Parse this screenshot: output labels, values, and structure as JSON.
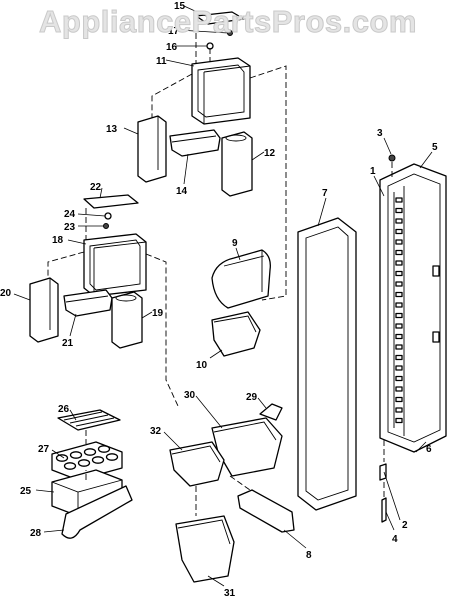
{
  "watermark": "AppliancePartsPros.com",
  "callouts": [
    {
      "id": "c1",
      "text": "1"
    },
    {
      "id": "c2",
      "text": "2"
    },
    {
      "id": "c3",
      "text": "3"
    },
    {
      "id": "c4",
      "text": "4"
    },
    {
      "id": "c5",
      "text": "5"
    },
    {
      "id": "c6",
      "text": "6"
    },
    {
      "id": "c7",
      "text": "7"
    },
    {
      "id": "c8",
      "text": "8"
    },
    {
      "id": "c9",
      "text": "9"
    },
    {
      "id": "c10",
      "text": "10"
    },
    {
      "id": "c11",
      "text": "11"
    },
    {
      "id": "c12",
      "text": "12"
    },
    {
      "id": "c13",
      "text": "13"
    },
    {
      "id": "c14",
      "text": "14"
    },
    {
      "id": "c15",
      "text": "15"
    },
    {
      "id": "c16",
      "text": "16"
    },
    {
      "id": "c17",
      "text": "17"
    },
    {
      "id": "c18",
      "text": "18"
    },
    {
      "id": "c19",
      "text": "19"
    },
    {
      "id": "c20",
      "text": "20"
    },
    {
      "id": "c21",
      "text": "21"
    },
    {
      "id": "c22",
      "text": "22"
    },
    {
      "id": "c23",
      "text": "23"
    },
    {
      "id": "c24",
      "text": "24"
    },
    {
      "id": "c25",
      "text": "25"
    },
    {
      "id": "c26",
      "text": "26"
    },
    {
      "id": "c27",
      "text": "27"
    },
    {
      "id": "c28",
      "text": "28"
    },
    {
      "id": "c29",
      "text": "29"
    },
    {
      "id": "c30",
      "text": "30"
    },
    {
      "id": "c31",
      "text": "31"
    },
    {
      "id": "c32",
      "text": "32"
    }
  ]
}
